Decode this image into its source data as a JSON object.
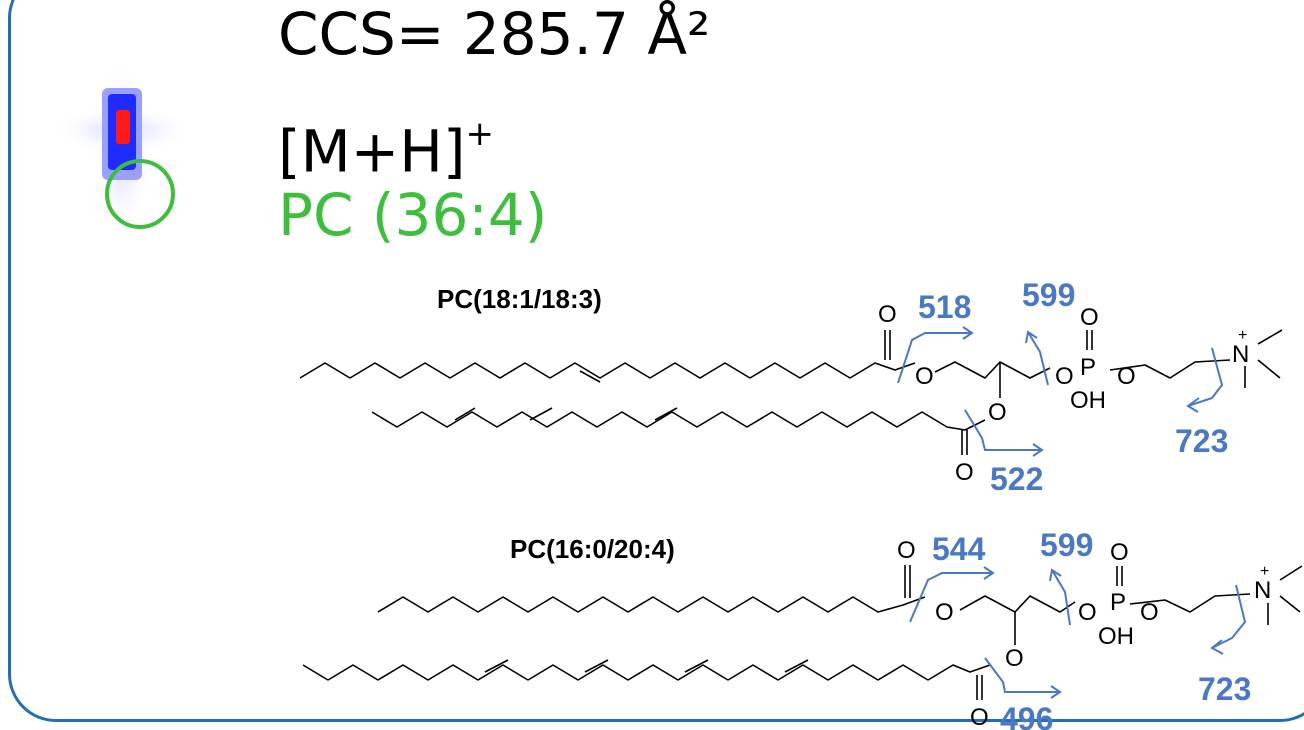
{
  "ccs_label": "CCS= 285.7 Å²",
  "adduct": {
    "base": "[M+H]",
    "charge": "+"
  },
  "lipid_class": "PC (36:4)",
  "colors": {
    "border": "#1f6fb5",
    "lipid_class": "#3dbf3d",
    "highlight_circle": "#3dbf3d",
    "fragment": "#4a78c2",
    "heatmap_hot": "#ff1a1a",
    "heatmap_mid": "#1f2bff"
  },
  "structures": [
    {
      "name": "PC(18:1/18:3)",
      "fragments": {
        "sn1_ester": "518",
        "phosphate": "599",
        "sn2_ester": "522",
        "headgroup": "723"
      },
      "atoms": {
        "o_top": "O",
        "o_link1": "O",
        "o_link2": "O",
        "p": "P",
        "o_p_top": "O",
        "o_p_link": "O",
        "oh": "OH",
        "n": "N",
        "n_charge": "+",
        "o_sn2": "O",
        "o_sn2_carbonyl": "O"
      }
    },
    {
      "name": "PC(16:0/20:4)",
      "fragments": {
        "sn1_ester": "544",
        "phosphate": "599",
        "sn2_ester": "496",
        "headgroup": "723"
      },
      "atoms": {
        "o_top": "O",
        "o_link1": "O",
        "o_link2": "O",
        "p": "P",
        "o_p_top": "O",
        "o_p_link": "O",
        "oh": "OH",
        "n": "N",
        "n_charge": "+",
        "o_sn2": "O",
        "o_sn2_carbonyl": "O"
      }
    }
  ]
}
